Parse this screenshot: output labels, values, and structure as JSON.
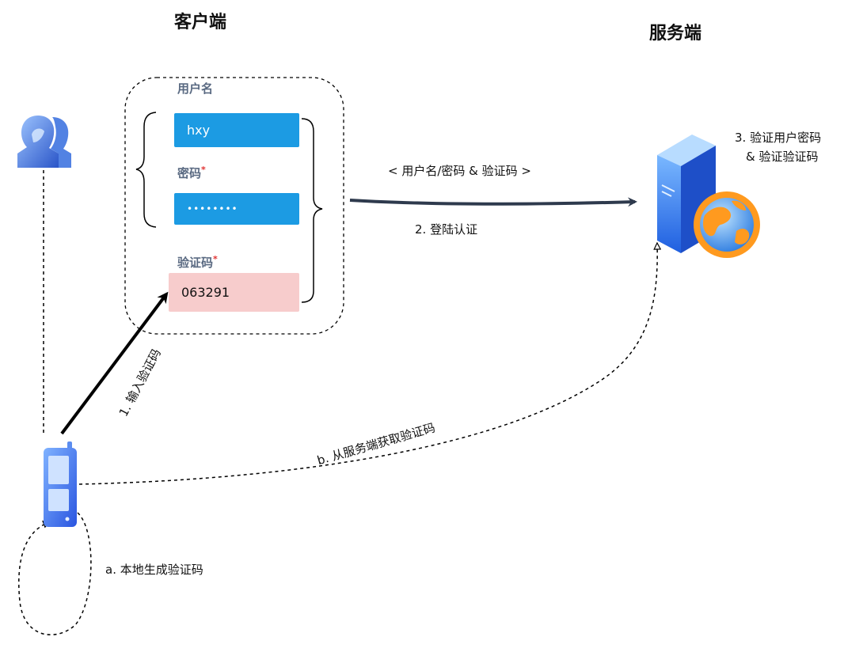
{
  "headings": {
    "client": "客户端",
    "server": "服务端"
  },
  "form": {
    "username_label": "用户名",
    "username_value": "hxy",
    "password_label": "密码",
    "password_value": "••••••••",
    "captcha_label": "验证码",
    "captcha_value": "063291",
    "required_mark": "*"
  },
  "arrows": {
    "request_label": "< 用户名/密码  & 验证码 >",
    "login_label": "2. 登陆认证",
    "input_label": "1. 输入验证码",
    "fetch_label": "b.  从服务端获取验证码",
    "local_label": "a. 本地生成验证码"
  },
  "server_note": {
    "line1": "3.  验证用户密码",
    "line2": "& 验证验证码"
  },
  "colors": {
    "input_blue": "#1c9be3",
    "captcha_pink": "#f7cccc",
    "arrow_dark": "#2e3a4d",
    "label_grey": "#5a6a82"
  },
  "icons": {
    "user": "users-icon",
    "phone": "mobile-phone-icon",
    "server": "server-globe-icon"
  }
}
